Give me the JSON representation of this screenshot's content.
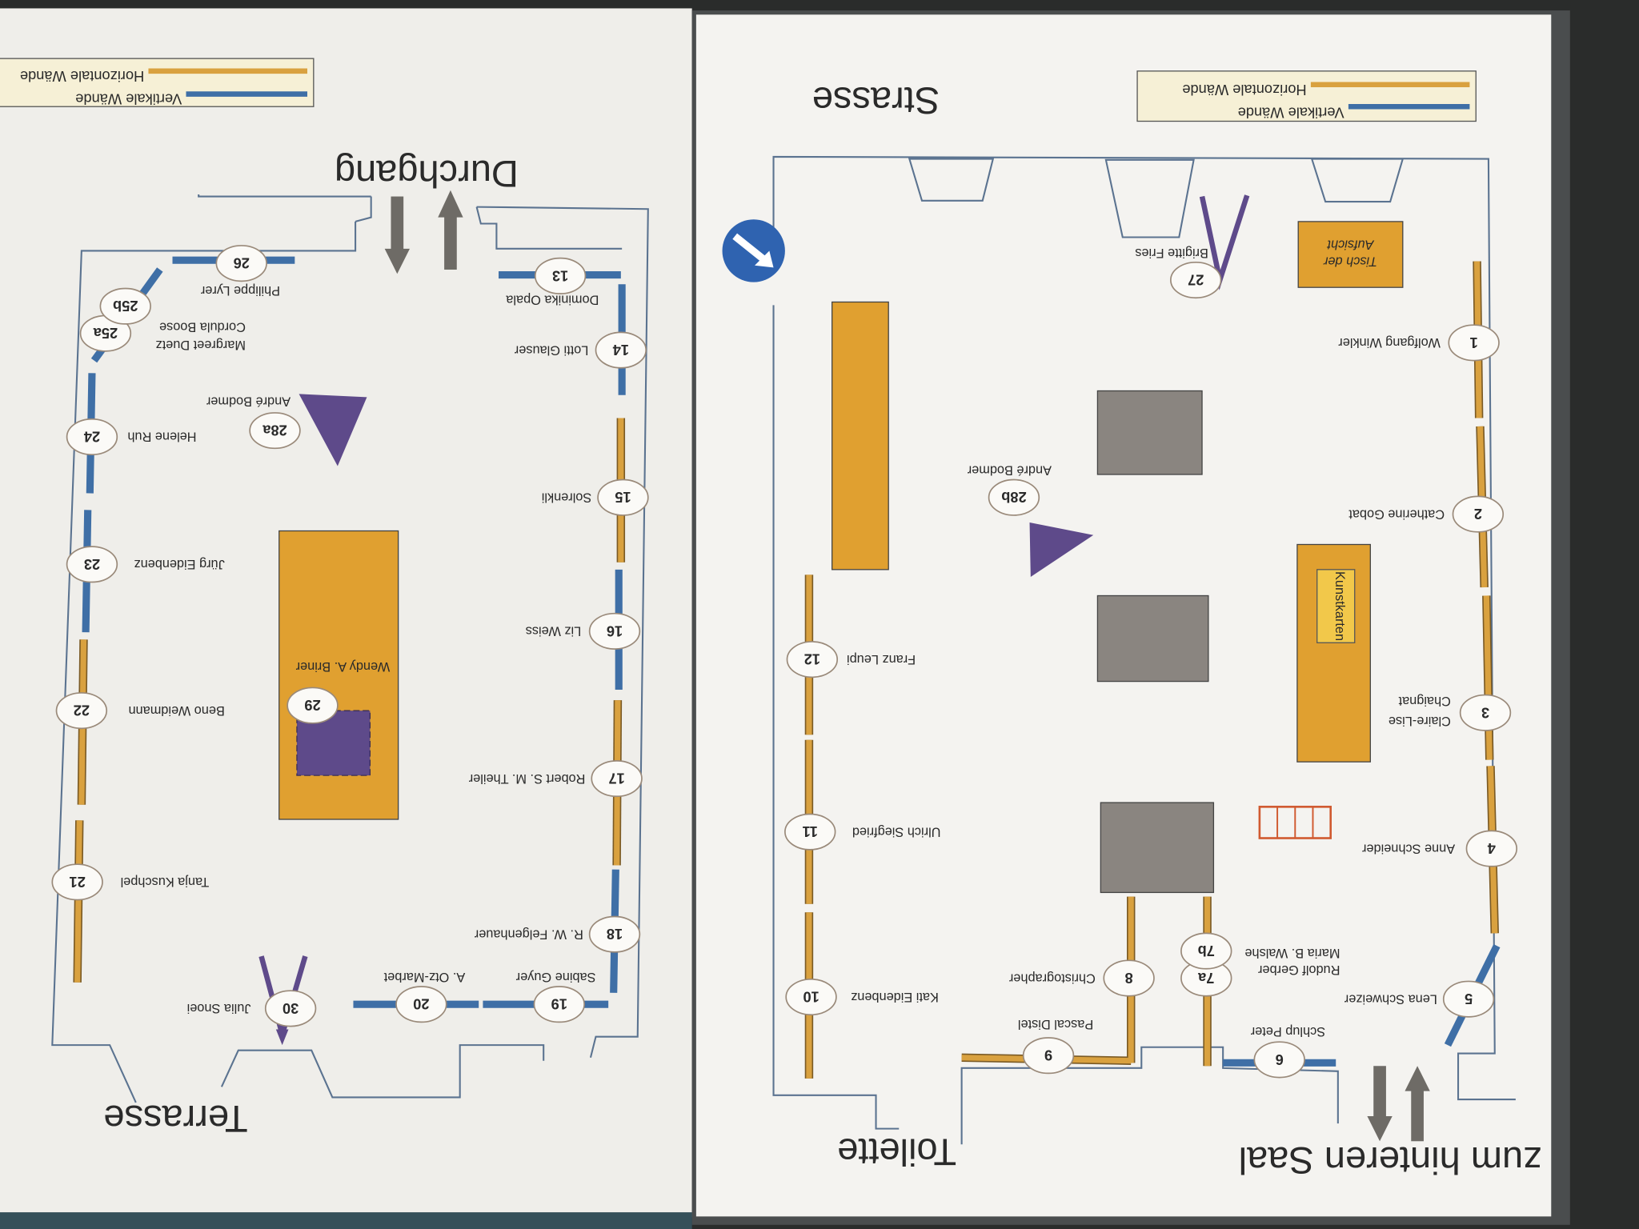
{
  "right_page": {
    "heading_top": "Strasse",
    "heading_toilet": "Toilette",
    "heading_exit": "zum hinteren Saal",
    "legend": {
      "vertical": "Vertikale Wände",
      "horizontal": "Horizontale Wände"
    },
    "supervision_table": [
      "Tisch der",
      "Aufsicht"
    ],
    "cards_label": "Kunstkarten"
  },
  "left_page": {
    "heading_passage": "Durchgang",
    "heading_terrace": "Terrasse",
    "legend": {
      "vertical": "Vertikale Wände",
      "horizontal": "Horizontale Wände"
    }
  },
  "markers": [
    {
      "id": "1",
      "names": [
        "Wolfgang Winkler"
      ]
    },
    {
      "id": "2",
      "names": [
        "Catherine Gobat"
      ]
    },
    {
      "id": "3",
      "names": [
        "Claire-Lise",
        "Chaignat"
      ]
    },
    {
      "id": "4",
      "names": [
        "Anne Schneider"
      ]
    },
    {
      "id": "5",
      "names": [
        "Lena Schweizer"
      ]
    },
    {
      "id": "6",
      "names": [
        "Schlup Peter"
      ]
    },
    {
      "id": "7a",
      "names": [
        "Rudolf Gerber"
      ]
    },
    {
      "id": "7b",
      "names": [
        "Maria B. Walshe"
      ]
    },
    {
      "id": "8",
      "names": [
        "Christographer"
      ]
    },
    {
      "id": "9",
      "names": [
        "Pascal Distel"
      ]
    },
    {
      "id": "10",
      "names": [
        "Kati Eidenbenz"
      ]
    },
    {
      "id": "11",
      "names": [
        "Ulrich Siegfried"
      ]
    },
    {
      "id": "12",
      "names": [
        "Franz Leupi"
      ]
    },
    {
      "id": "27",
      "names": [
        "Brigitte Fries"
      ]
    },
    {
      "id": "28b",
      "names": [
        "André Bodmer"
      ]
    },
    {
      "id": "13",
      "names": [
        "Dominika Opala"
      ]
    },
    {
      "id": "14",
      "names": [
        "Lotti Glauser"
      ]
    },
    {
      "id": "15",
      "names": [
        "Solrenkli"
      ]
    },
    {
      "id": "16",
      "names": [
        "Liz Weiss"
      ]
    },
    {
      "id": "17",
      "names": [
        "Robert S. M. Theiler"
      ]
    },
    {
      "id": "18",
      "names": [
        "R. W. Felgenhauer"
      ]
    },
    {
      "id": "19",
      "names": [
        "Sabine Guyer"
      ]
    },
    {
      "id": "20",
      "names": [
        "A. Otz-Marbet"
      ]
    },
    {
      "id": "30",
      "names": [
        "Julia Snoei"
      ]
    },
    {
      "id": "21",
      "names": [
        "Tanja Kuschpel"
      ]
    },
    {
      "id": "22",
      "names": [
        "Beno Weidmann"
      ]
    },
    {
      "id": "23",
      "names": [
        "Jürg Eidenbenz"
      ]
    },
    {
      "id": "24",
      "names": [
        "Helene Ruh"
      ]
    },
    {
      "id": "28a",
      "names": [
        "André Bodmer"
      ]
    },
    {
      "id": "25a",
      "names": [
        "Margreet Duetz",
        "Cordula Boose"
      ]
    },
    {
      "id": "25b",
      "names": []
    },
    {
      "id": "26",
      "names": [
        "Philippe Lyrer"
      ]
    },
    {
      "id": "29",
      "names": [
        "Wendy A. Briner"
      ]
    }
  ],
  "colors": {
    "vertical_wall": "#3f6fa6",
    "horizontal_wall": "#d9a13f",
    "table": "#e0a030",
    "display": "#8a8580",
    "easel": "#5e4a8a",
    "outline": "#5b7390"
  }
}
